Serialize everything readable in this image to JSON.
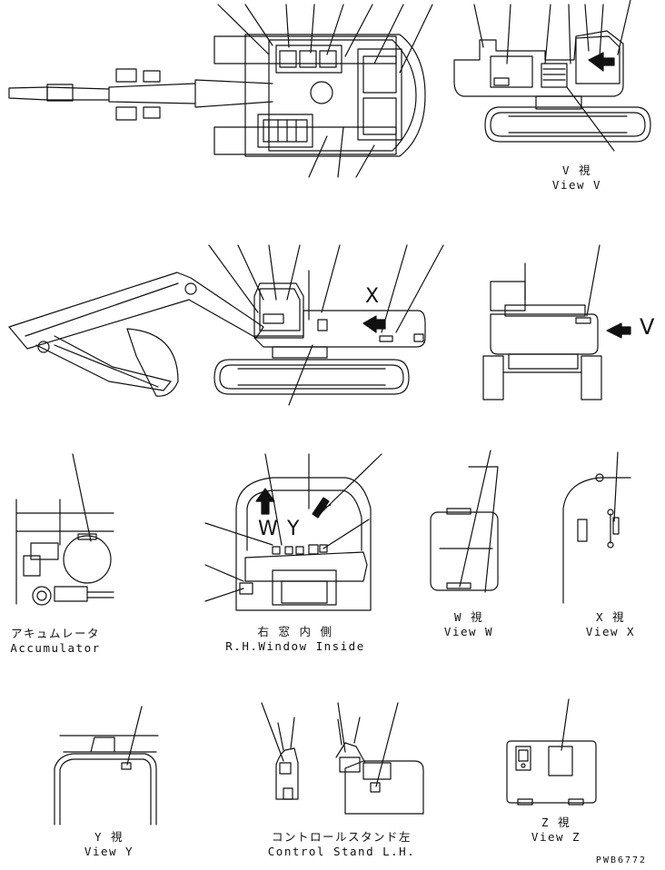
{
  "drawing": {
    "captions": {
      "view_v_jp": "V 視",
      "view_v_en": "View V",
      "accumulator_jp": "アキュムレータ",
      "accumulator_en": "Accumulator",
      "rh_window_jp": "右 窓 内 側",
      "rh_window_en": "R.H.Window Inside",
      "view_w_jp": "W 視",
      "view_w_en": "View W",
      "view_x_jp": "X 視",
      "view_x_en": "View X",
      "view_y_jp": "Y 視",
      "view_y_en": "View Y",
      "control_stand_jp": "コントロールスタンド左",
      "control_stand_en": "Control Stand L.H.",
      "view_z_jp": "Z 視",
      "view_z_en": "View Z"
    },
    "view_letters": {
      "v": "V",
      "x": "X",
      "w": "W",
      "y": "Y"
    },
    "part_code": "PWB6772"
  }
}
